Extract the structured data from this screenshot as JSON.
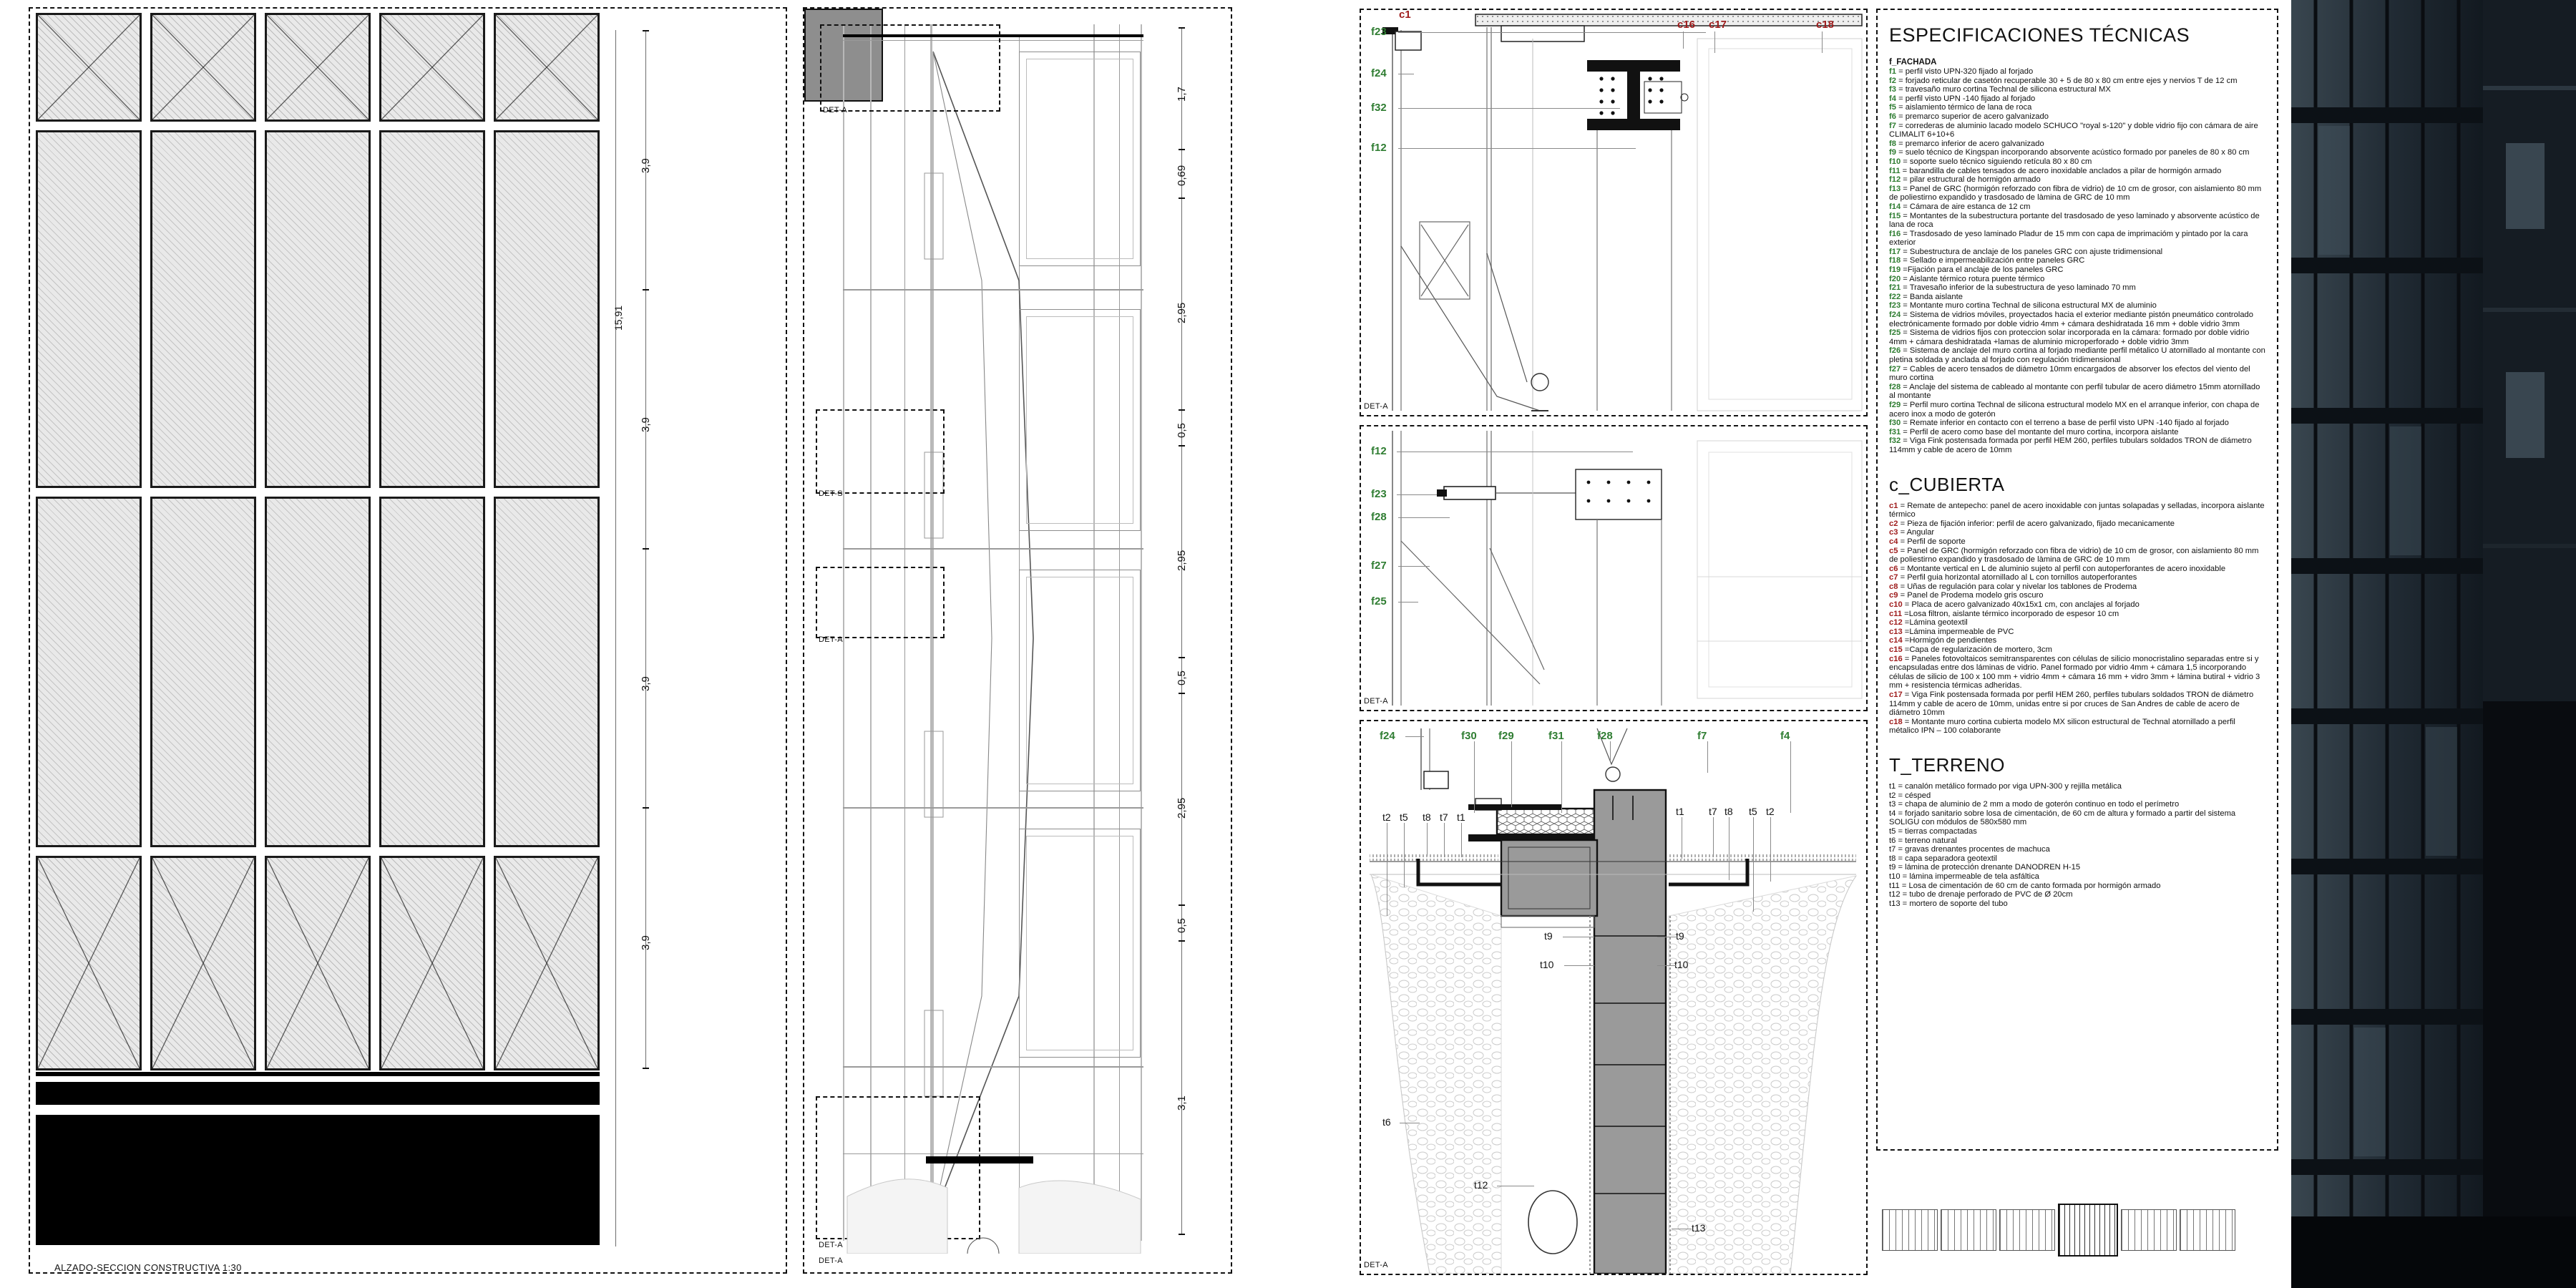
{
  "sheet": {
    "title_left": "ALZADO-SECCION CONSTRUCTIVA 1:30",
    "detail_tags": [
      "DET-A",
      "DET-S",
      "DET-A",
      "DET-A",
      "DET-A",
      "DET-A"
    ]
  },
  "elevation": {
    "dims_left": [
      "3,9",
      "3,9",
      "3,9",
      "3,9"
    ],
    "dim_total": "15,91",
    "dims_right": [
      "1,7",
      "0,69",
      "2,95",
      "0,5",
      "2,95",
      "0,5",
      "2,95",
      "0,5",
      "3,1"
    ]
  },
  "callouts": {
    "roof": [
      "c1",
      "c16",
      "c17",
      "c18"
    ],
    "facade_upper": [
      "f23",
      "f24",
      "f32",
      "f12"
    ],
    "facade_mid": [
      "f12",
      "f23",
      "f28",
      "f27",
      "f25"
    ],
    "ground_f": [
      "f24",
      "f30",
      "f29",
      "f31",
      "f28",
      "f7",
      "f4"
    ],
    "ground_t_left": [
      "t2",
      "t5",
      "t8",
      "t7",
      "t1"
    ],
    "ground_t_right": [
      "t1",
      "t7",
      "t8",
      "t5",
      "t2"
    ],
    "ground_t_deep": [
      "t9",
      "t10",
      "t9",
      "t10",
      "t12",
      "t13",
      "t6"
    ]
  },
  "spec": {
    "title": "ESPECIFICACIONES TÉCNICAS",
    "sections": [
      {
        "id": "fachada",
        "heading": "f_FACHADA",
        "heading_style": "sub",
        "code_class": "code-f",
        "items": [
          {
            "code": "f1",
            "text": "= perfil visto UPN-320 fijado al forjado"
          },
          {
            "code": "f2",
            "text": "= forjado reticular de casetón recuperable 30 + 5  de 80 x 80 cm entre ejes y nervios T de 12 cm"
          },
          {
            "code": "f3",
            "text": "= travesaño muro cortina Technal de silicona estructural MX"
          },
          {
            "code": "f4",
            "text": "= perfil visto UPN -140 fijado al forjado"
          },
          {
            "code": "f5",
            "text": "= aislamiento térmico de lana de roca"
          },
          {
            "code": "f6",
            "text": "= premarco superior de acero galvanizado"
          },
          {
            "code": "f7",
            "text": "= correderas de aluminio lacado modelo SCHUCO \"royal s-120\" y doble vidrio fijo con cámara de aire CLIMALIT 6+10+6"
          },
          {
            "code": "f8",
            "text": "= premarco inferior de acero galvanizado"
          },
          {
            "code": "f9",
            "text": "= suelo técnico de Kingspan incorporando absorvente acústico formado por paneles de 80 x 80 cm"
          },
          {
            "code": "f10",
            "text": "= soporte suelo técnico siguiendo retícula 80 x 80 cm"
          },
          {
            "code": "f11",
            "text": "= barandilla de cables tensados de acero inoxidable anclados a pilar de hormigón armado"
          },
          {
            "code": "f12",
            "text": "= pilar estructural de hormigón armado"
          },
          {
            "code": "f13",
            "text": "= Panel de GRC (hormigón reforzado con fibra de vidrio) de 10 cm de grosor, con aislamiento 80 mm de poliestirno expandido y trasdosado de làmina de GRC de 10 mm"
          },
          {
            "code": "f14",
            "text": "= Cámara de aire estanca de 12 cm"
          },
          {
            "code": "f15",
            "text": "= Montantes de la subestructura portante del trasdosado de yeso laminado y absorvente acústico de lana de roca"
          },
          {
            "code": "f16",
            "text": "= Trasdosado de yeso laminado Pladur de 15 mm con capa de imprimacióm y pintado por la cara exterior"
          },
          {
            "code": "f17",
            "text": "= Subestructura de anclaje de los paneles GRC con ajuste tridimensional"
          },
          {
            "code": "f18",
            "text": "= Sellado e impermeabilización entre paneles GRC"
          },
          {
            "code": "f19",
            "text": "=Fijación para el anclaje de los paneles GRC"
          },
          {
            "code": "f20",
            "text": "= Aislante térmico rotura puente térmico"
          },
          {
            "code": "f21",
            "text": "= Travesaño inferior de la subestructura de yeso laminado 70 mm"
          },
          {
            "code": "f22",
            "text": "= Banda aislante"
          },
          {
            "code": "f23",
            "text": "= Montante muro cortina Technal de silicona estructural MX de aluminio"
          },
          {
            "code": "f24",
            "text": "= Sistema de vidrios móviles, proyectados hacia el exterior mediante pistón pneumático controlado electrónicamente formado por doble vidrio 4mm + cámara deshidratada   16 mm + doble vidrio 3mm"
          },
          {
            "code": "f25",
            "text": "= Sistema de vidrios fijos con proteccion solar incorporada en la cámara: formado por doble vidrio 4mm + cámara deshidratada +lamas de aluminio microperforado + doble vidrio 3mm"
          },
          {
            "code": "f26",
            "text": "= Sistema de anclaje del muro cortina al forjado mediante perfil métalico U atornillado al montante con pletina soldada y anclada al forjado con regulación tridimensional"
          },
          {
            "code": "f27",
            "text": "= Cables de acero tensados de diámetro 10mm encargados de absorver los efectos del viento del muro cortina"
          },
          {
            "code": "f28",
            "text": "= Anclaje del sistema de cableado al montante con perfil tubular de acero diámetro 15mm atornillado al montante"
          },
          {
            "code": "f29",
            "text": "= Perfil muro cortina Technal de silicona estructural modelo MX en el arranque inferior, con chapa de acero inox a modo de goterón"
          },
          {
            "code": "f30",
            "text": "= Remate inferior en contacto con el terreno a base de perfil visto UPN -140 fijado al forjado"
          },
          {
            "code": "f31",
            "text": "= Perfil de acero como base del montante del muro cortina, incorpora aislante"
          },
          {
            "code": "f32",
            "text": "= Viga Fink postensada formada por perfil HEM 260, perfiles tubulars soldados TRON de diámetro 114mm y cable de acero de 10mm"
          }
        ]
      },
      {
        "id": "cubierta",
        "heading": "c_CUBIERTA",
        "heading_style": "h2",
        "code_class": "code-c",
        "items": [
          {
            "code": "c1",
            "text": "= Remate de antepecho: panel de acero  inoxidable con juntas solapadas y selladas, incorpora aislante térmico"
          },
          {
            "code": "c2",
            "text": "= Pieza de fijación inferior: perfil de acero galvanizado,  fijado mecanicamente"
          },
          {
            "code": "c3",
            "text": "= Angular"
          },
          {
            "code": "c4",
            "text": "= Perfil de soporte"
          },
          {
            "code": "c5",
            "text": "= Panel de GRC (hormigón reforzado con fibra de vidrio) de 10 cm de grosor, con aislamiento 80 mm de poliestirno expandido y trasdosado de làmina de GRC de 10 mm"
          },
          {
            "code": "c6",
            "text": "= Montante vertical en L de aluminio sujeto al perfil con autoperforantes de acero inoxidable"
          },
          {
            "code": "c7",
            "text": "= Perfil guia horizontal atornillado al L con tornillos autoperforantes"
          },
          {
            "code": "c8",
            "text": "= Uñas de regulación para colar y nivelar los tablones de Prodema"
          },
          {
            "code": "c9",
            "text": "= Panel de Prodema modelo gris oscuro"
          },
          {
            "code": "c10",
            "text": "= Placa de acero galvanizado 40x15x1 cm, con anclajes al forjado"
          },
          {
            "code": "c11",
            "text": "=Losa filtron, aislante térmico incorporado de espesor 10 cm"
          },
          {
            "code": "c12",
            "text": "=Lámina geotextil"
          },
          {
            "code": "c13",
            "text": "=Lámina impermeable de PVC"
          },
          {
            "code": "c14",
            "text": "=Hormigón de pendientes"
          },
          {
            "code": "c15",
            "text": "=Capa de regularización de mortero, 3cm"
          },
          {
            "code": "c16",
            "text": "= Paneles fotovoltaicos semitransparentes con células de silicio monocristalino separadas entre si y encapsuladas entre dos láminas de vidrio. Panel formado por vidrio 4mm + cámara 1,5 incorporando células de silicio de 100 x 100 mm + vidrio 4mm + cámara 16 mm + vidro 3mm + lámina butiral + vidrio 3 mm + resistencia térmicas adheridas."
          },
          {
            "code": "c17",
            "text": "=  Viga Fink postensada formada por perfil HEM 260, perfiles tubulars soldados TRON de diámetro 114mm y cable de acero de 10mm, unidas entre si por cruces de San Andres de cable de acero de diámetro 10mm"
          },
          {
            "code": "c18",
            "text": "= Montante muro cortina cubierta modelo MX silicon estructural de Technal atornillado a perfil métalico IPN – 100 colaborante"
          }
        ]
      },
      {
        "id": "terreno",
        "heading": "T_TERRENO",
        "heading_style": "h2",
        "code_class": "code-t",
        "items": [
          {
            "code": "t1",
            "text": "= canalón metálico formado por viga UPN-300 y rejilla metálica"
          },
          {
            "code": "t2",
            "text": "= césped"
          },
          {
            "code": "t3",
            "text": "= chapa de aluminio de 2 mm a modo de goterón continuo en todo el perímetro"
          },
          {
            "code": "t4",
            "text": "= forjado sanitario sobre losa de cimentación, de 60 cm de altura y formado a partir del sistema SOLIGU con módulos de 580x580 mm"
          },
          {
            "code": "t5",
            "text": "= tierras compactadas"
          },
          {
            "code": "t6",
            "text": "= terreno natural"
          },
          {
            "code": "t7",
            "text": "= gravas drenantes procentes de machuca"
          },
          {
            "code": "t8",
            "text": "= capa separadora geotextil"
          },
          {
            "code": "t9",
            "text": "= lámina de protección drenante DANODREN H-15"
          },
          {
            "code": "t10",
            "text": "= lámina impermeable de tela asfáltica"
          },
          {
            "code": "t11",
            "text": "= Losa de cimentación de 60 cm de canto formada por hormigón armado"
          },
          {
            "code": "t12",
            "text": "= tubo de drenaje perforado de PVC de Ø 20cm"
          },
          {
            "code": "t13",
            "text": "= mortero de soporte del tubo"
          }
        ]
      }
    ]
  },
  "colors": {
    "code_facade": "#2f7d32",
    "code_roof": "#9e1b1b",
    "code_terrain": "#111111",
    "paper": "#ffffff",
    "ink": "#111111"
  }
}
